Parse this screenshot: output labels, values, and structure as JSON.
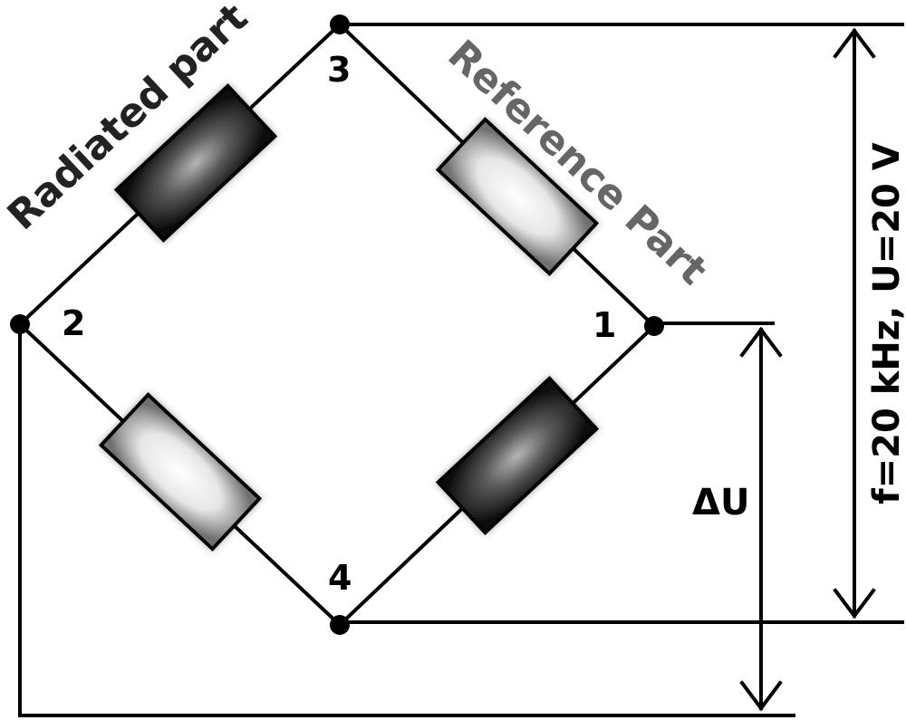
{
  "diagram": {
    "nodes": {
      "n1": "1",
      "n2": "2",
      "n3": "3",
      "n4": "4"
    },
    "labels": {
      "radiated": "Radiated part",
      "reference": "Reference Part",
      "delta_u": "ΔU",
      "supply": "f=20 kHz,  U=20 V"
    },
    "colors": {
      "wire": "#000000",
      "radiated_text": "#222222",
      "reference_text": "#666666",
      "dark_resistor": "#111111",
      "light_resistor": "#f2f2f2"
    },
    "resistors": [
      {
        "branch": "2-3",
        "shade": "dark"
      },
      {
        "branch": "3-1",
        "shade": "light"
      },
      {
        "branch": "2-4",
        "shade": "light"
      },
      {
        "branch": "4-1",
        "shade": "dark"
      }
    ]
  }
}
